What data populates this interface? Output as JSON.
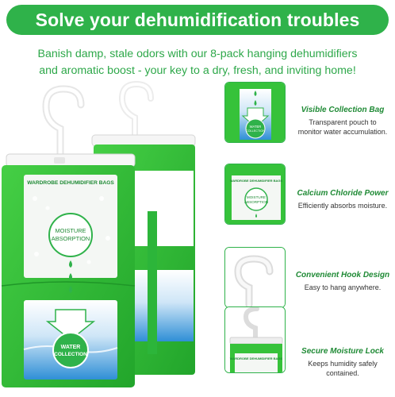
{
  "header": {
    "title": "Solve your dehumidification troubles",
    "subtitle_line1": "Banish damp, stale odors with our 8-pack hanging dehumidifiers",
    "subtitle_line2": "and aromatic boost - your key to a dry, fresh, and inviting home!"
  },
  "product": {
    "bag_label": "WARDROBE DEHUMIDIFIER BAGS",
    "moisture_line1": "MOISTURE",
    "moisture_line2": "ABSORPTION",
    "water_line1": "WATER",
    "water_line2": "COLLECTION"
  },
  "thumb_labels": {
    "water_line1": "WATER",
    "water_line2": "COLLECTION",
    "moisture_line1": "MOISTURE",
    "moisture_line2": "ABSORPTION",
    "bag_label": "WARDROBE DEHUMIDIFIER BAGS"
  },
  "features": [
    {
      "title": "Visible Collection Bag",
      "desc_line1": "Transparent pouch to",
      "desc_line2": "monitor water accumulation.",
      "icon": "collection-bag-icon"
    },
    {
      "title": "Calcium Chloride Power",
      "desc_line1": "Efficiently absorbs moisture.",
      "desc_line2": "",
      "icon": "calcium-chloride-icon"
    },
    {
      "title": "Convenient Hook Design",
      "desc_line1": "Easy to hang anywhere.",
      "desc_line2": "",
      "icon": "hook-icon"
    },
    {
      "title": "Secure Moisture Lock",
      "desc_line1": "Keeps humidity safely",
      "desc_line2": "contained.",
      "icon": "moisture-lock-icon"
    }
  ],
  "colors": {
    "brand_green": "#2fb24a",
    "dark_green": "#1f8a35",
    "bag_green": "#36c23a",
    "text_dark": "#333333"
  }
}
